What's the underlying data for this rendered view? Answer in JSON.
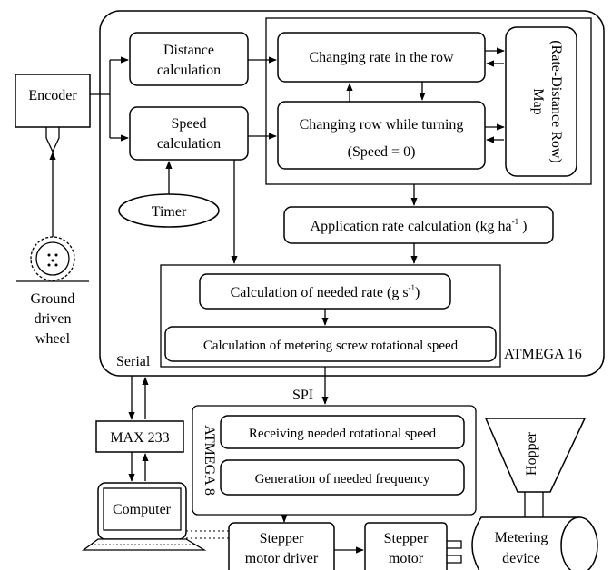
{
  "diagram": {
    "nodes": {
      "encoder": "Encoder",
      "wheel_label": [
        "Ground",
        "driven",
        "wheel"
      ],
      "distance_calc": [
        "Distance",
        "calculation"
      ],
      "speed_calc": [
        "Speed",
        "calculation"
      ],
      "timer": "Timer",
      "changing_rate": "Changing rate in the row",
      "changing_row": [
        "Changing row while turning",
        "(Speed = 0)"
      ],
      "map": [
        "Map",
        "(Rate-Distance Row)"
      ],
      "app_rate": {
        "text": "Application rate calculation (kg ha",
        "sup": "-1",
        "tail": " )"
      },
      "needed_rate": {
        "text": "Calculation of needed rate (g s",
        "sup": "-1",
        "tail": ")"
      },
      "screw_speed": "Calculation of metering screw rotational speed",
      "atmega16": "ATMEGA 16",
      "serial": "Serial",
      "spi": "SPI",
      "max233": "MAX 233",
      "computer": "Computer",
      "atmega8": "ATMEGA 8",
      "receiving": "Receiving needed rotational speed",
      "generation": "Generation of needed frequency",
      "hopper": "Hopper",
      "stepper_driver": [
        "Stepper",
        "motor driver"
      ],
      "stepper_motor": [
        "Stepper",
        "motor"
      ],
      "metering": [
        "Metering",
        "device"
      ]
    }
  }
}
